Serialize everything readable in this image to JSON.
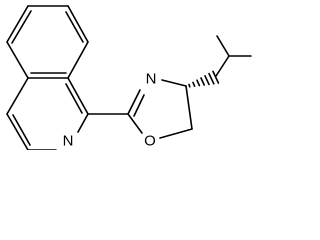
{
  "molecule": {
    "atoms": {
      "N_isoquinoline": "N",
      "N_oxazoline": "N",
      "O_oxazoline": "O"
    },
    "colors": {
      "ink": "#000000",
      "background": "#ffffff"
    }
  }
}
